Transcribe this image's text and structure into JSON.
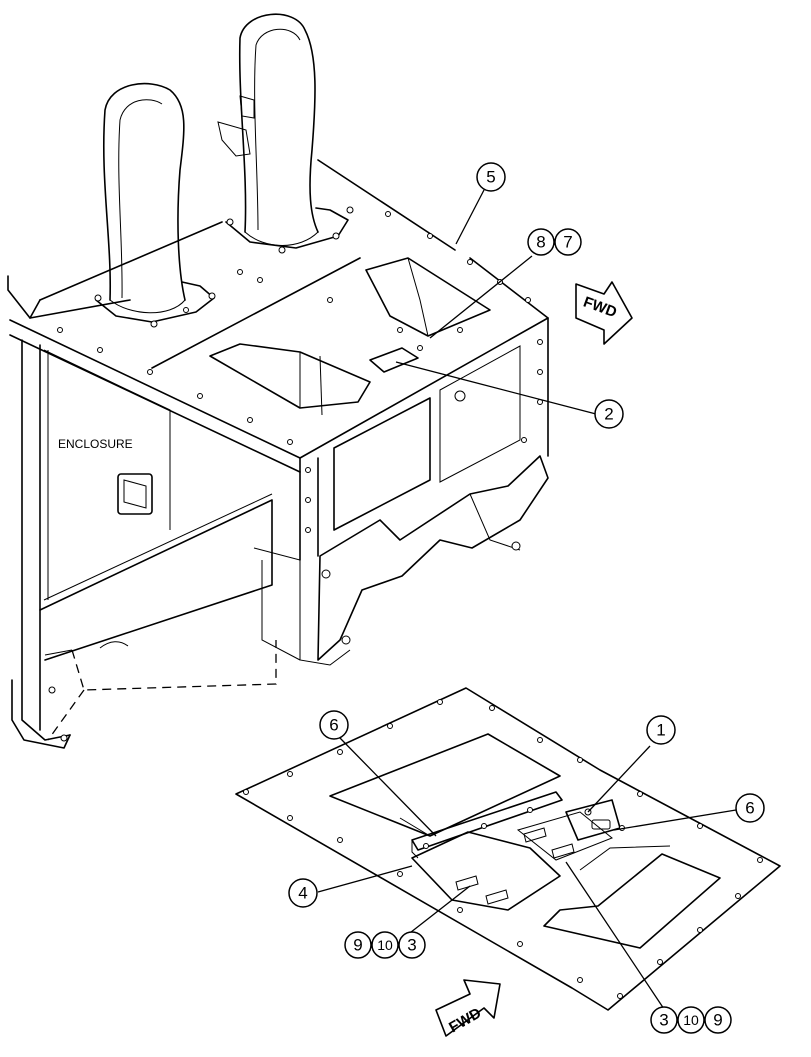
{
  "diagram": {
    "enclosure_label": "ENCLOSURE",
    "fwd_arrows": [
      {
        "id": "fwd-arrow-upper",
        "label": "FWD"
      },
      {
        "id": "fwd-arrow-lower",
        "label": "FWD"
      }
    ],
    "callouts": [
      {
        "id": "callout-5",
        "label": "5"
      },
      {
        "id": "callout-8",
        "label": "8"
      },
      {
        "id": "callout-7",
        "label": "7"
      },
      {
        "id": "callout-2",
        "label": "2"
      },
      {
        "id": "callout-1",
        "label": "1"
      },
      {
        "id": "callout-6-left",
        "label": "6"
      },
      {
        "id": "callout-6-right",
        "label": "6"
      },
      {
        "id": "callout-4",
        "label": "4"
      },
      {
        "id": "callout-9-left",
        "label": "9"
      },
      {
        "id": "callout-10-left",
        "label": "10"
      },
      {
        "id": "callout-3-left",
        "label": "3"
      },
      {
        "id": "callout-3-right",
        "label": "3"
      },
      {
        "id": "callout-10-right",
        "label": "10"
      },
      {
        "id": "callout-9-right",
        "label": "9"
      }
    ]
  }
}
